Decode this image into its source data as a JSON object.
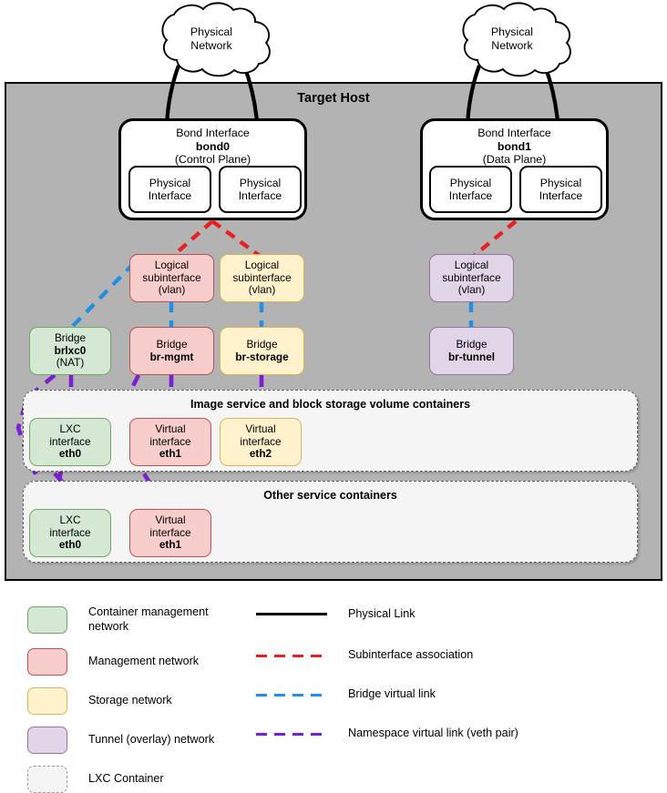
{
  "host": {
    "title": "Target Host"
  },
  "clouds": [
    {
      "name": "cloud-left",
      "line1": "Physical",
      "line2": "Network"
    },
    {
      "name": "cloud-right",
      "line1": "Physical",
      "line2": "Network"
    }
  ],
  "bonds": [
    {
      "name": "bond0",
      "title": "Bond Interface",
      "id": "bond0",
      "plane": "(Control Plane)",
      "nics": [
        {
          "line1": "Physical",
          "line2": "Interface"
        },
        {
          "line1": "Physical",
          "line2": "Interface"
        }
      ]
    },
    {
      "name": "bond1",
      "title": "Bond Interface",
      "id": "bond1",
      "plane": "(Data Plane)",
      "nics": [
        {
          "line1": "Physical",
          "line2": "Interface"
        },
        {
          "line1": "Physical",
          "line2": "Interface"
        }
      ]
    }
  ],
  "subinterfaces": [
    {
      "name": "subif-mgmt",
      "line1": "Logical",
      "line2": "subinterface",
      "line3": "(vlan)",
      "color": "red"
    },
    {
      "name": "subif-storage",
      "line1": "Logical",
      "line2": "subinterface",
      "line3": "(vlan)",
      "color": "yellow"
    },
    {
      "name": "subif-tunnel",
      "line1": "Logical",
      "line2": "subinterface",
      "line3": "(vlan)",
      "color": "purple"
    }
  ],
  "bridges": [
    {
      "name": "bridge-brlxc0",
      "line1": "Bridge",
      "line2": "brlxc0",
      "line3": "(NAT)",
      "color": "green"
    },
    {
      "name": "bridge-br-mgmt",
      "line1": "Bridge",
      "line2": "br-mgmt",
      "line3": "",
      "color": "red"
    },
    {
      "name": "bridge-br-storage",
      "line1": "Bridge",
      "line2": "br-storage",
      "line3": "",
      "color": "yellow"
    },
    {
      "name": "bridge-br-tunnel",
      "line1": "Bridge",
      "line2": "br-tunnel",
      "line3": "",
      "color": "purple"
    }
  ],
  "containers": [
    {
      "name": "image-block-containers",
      "title": "Image service and block storage volume containers",
      "interfaces": [
        {
          "line1": "LXC",
          "line2": "interface",
          "line3": "eth0",
          "color": "green"
        },
        {
          "line1": "Virtual",
          "line2": "interface",
          "line3": "eth1",
          "color": "red"
        },
        {
          "line1": "Virtual",
          "line2": "interface",
          "line3": "eth2",
          "color": "yellow"
        }
      ]
    },
    {
      "name": "other-service-containers",
      "title": "Other service containers",
      "interfaces": [
        {
          "line1": "LXC",
          "line2": "interface",
          "line3": "eth0",
          "color": "green"
        },
        {
          "line1": "Virtual",
          "line2": "interface",
          "line3": "eth1",
          "color": "red"
        }
      ]
    }
  ],
  "legend": {
    "swatches": [
      {
        "name": "legend-container-management",
        "label": "Container management\nnetwork",
        "fill": "#d5e8d4",
        "stroke": "#74a767",
        "style": "solid"
      },
      {
        "name": "legend-management",
        "label": "Management network",
        "fill": "#f8cecc",
        "stroke": "#b85450",
        "style": "solid"
      },
      {
        "name": "legend-storage",
        "label": "Storage network",
        "fill": "#fff2cc",
        "stroke": "#d6b656",
        "style": "solid"
      },
      {
        "name": "legend-tunnel",
        "label": "Tunnel (overlay) network",
        "fill": "#e1d5e7",
        "stroke": "#9673a6",
        "style": "solid"
      },
      {
        "name": "legend-lxc-container",
        "label": "LXC Container",
        "fill": "#f5f5f5",
        "stroke": "#999999",
        "style": "dashed"
      }
    ],
    "lines": [
      {
        "name": "legend-physical-link",
        "label": "Physical Link",
        "color": "#000000",
        "style": "solid"
      },
      {
        "name": "legend-subinterface",
        "label": "Subinterface association",
        "color": "#e8201f",
        "style": "dashed"
      },
      {
        "name": "legend-bridge-link",
        "label": "Bridge virtual link",
        "color": "#1e90e8",
        "style": "dashed"
      },
      {
        "name": "legend-namespace-link",
        "label": "Namespace virtual link (veth pair)",
        "color": "#7c1fd4",
        "style": "dashed"
      }
    ]
  },
  "colors": {
    "host_bg": "#b3b3b3",
    "physical_link": "#000000",
    "subinterface_link": "#e8201f",
    "bridge_link": "#1e90e8",
    "namespace_link": "#7c1fd4"
  }
}
